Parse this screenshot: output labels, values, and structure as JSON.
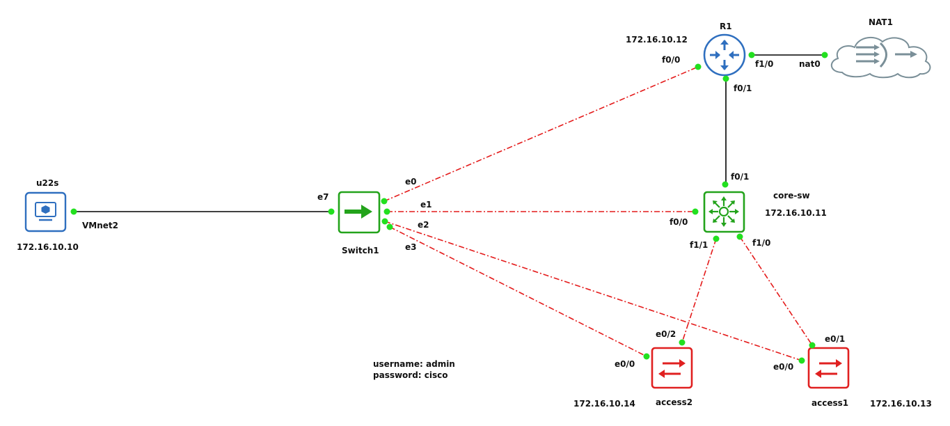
{
  "colors": {
    "link_ok": "#000000",
    "link_down": "#e41a1a",
    "port": "#22e01f",
    "host": "#2f6fbf",
    "router": "#2f6fbf",
    "switch": "#23a31b",
    "access": "#e02020",
    "cloud": "#7a8f98"
  },
  "nodes": {
    "u22s": {
      "name": "u22s",
      "ip": "172.16.10.10",
      "icon": "desktop-icon"
    },
    "switch1": {
      "name": "Switch1",
      "icon": "arrow-right-icon"
    },
    "r1": {
      "name": "R1",
      "ip": "172.16.10.12",
      "icon": "router-arrows-icon"
    },
    "nat1": {
      "name": "NAT1",
      "icon": "cloud-nat-icon"
    },
    "core": {
      "name": "core-sw",
      "ip": "172.16.10.11",
      "icon": "layer3-switch-icon"
    },
    "access2": {
      "name": "access2",
      "ip": "172.16.10.14",
      "icon": "swap-arrows-icon"
    },
    "access1": {
      "name": "access1",
      "ip": "172.16.10.13",
      "icon": "swap-arrows-icon"
    }
  },
  "ports": {
    "vmnet2": "VMnet2",
    "sw_e7": "e7",
    "sw_e0": "e0",
    "sw_e1": "e1",
    "sw_e2": "e2",
    "sw_e3": "e3",
    "r1_f00": "f0/0",
    "r1_f01": "f0/1",
    "r1_f10": "f1/0",
    "nat0": "nat0",
    "core_f01": "f0/1",
    "core_f00": "f0/0",
    "core_f11": "f1/1",
    "core_f10": "f1/0",
    "a2_e02": "e0/2",
    "a2_e00": "e0/0",
    "a1_e01": "e0/1",
    "a1_e00": "e0/0"
  },
  "credentials": {
    "username": "username: admin",
    "password": "password: cisco"
  }
}
